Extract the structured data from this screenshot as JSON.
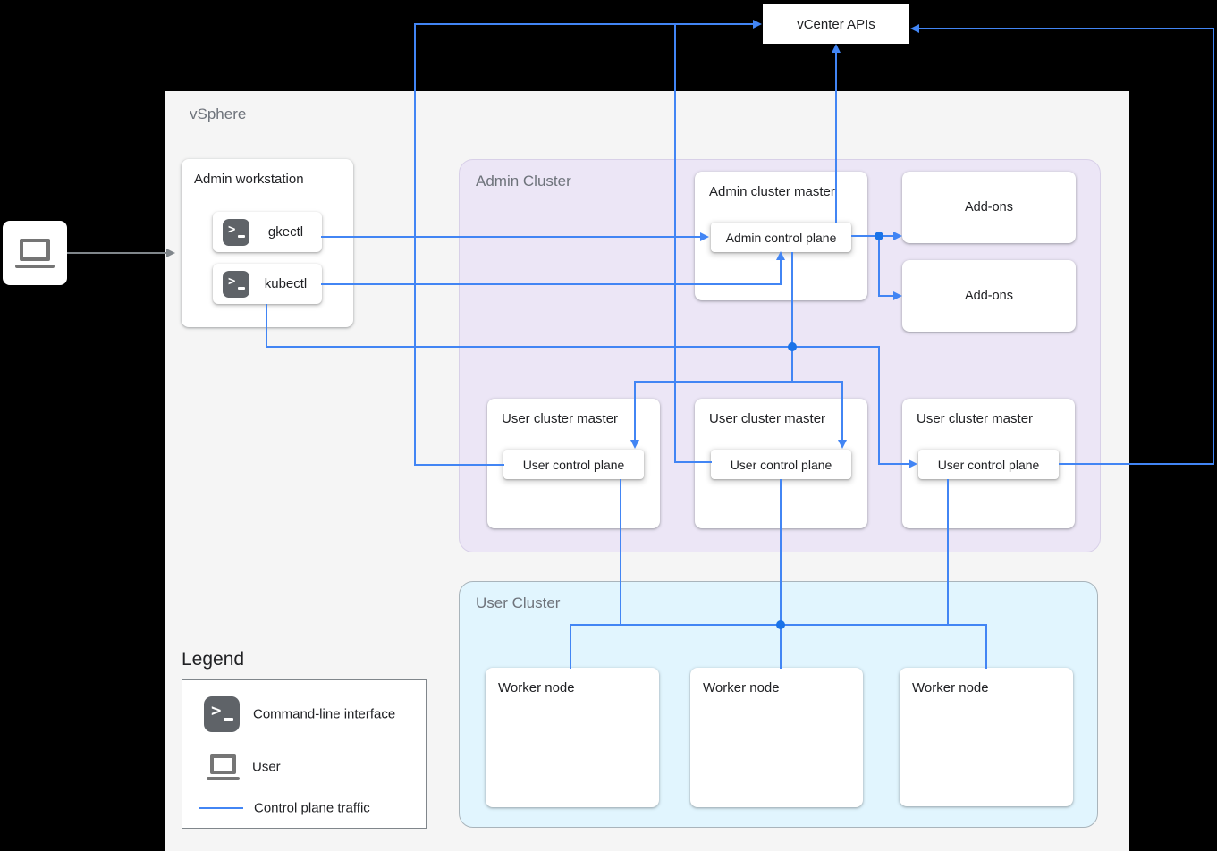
{
  "vcenter": {
    "label": "vCenter APIs"
  },
  "vsphere": {
    "label": "vSphere"
  },
  "admin_workstation": {
    "title": "Admin workstation",
    "tools": [
      {
        "label": "gkectl"
      },
      {
        "label": "kubectl"
      }
    ]
  },
  "admin_cluster": {
    "label": "Admin Cluster",
    "master": {
      "title": "Admin cluster master",
      "control_plane": "Admin control plane"
    },
    "addons": [
      {
        "label": "Add-ons"
      },
      {
        "label": "Add-ons"
      }
    ],
    "user_cluster_masters": [
      {
        "title": "User cluster master",
        "control_plane": "User control plane"
      },
      {
        "title": "User cluster master",
        "control_plane": "User control plane"
      },
      {
        "title": "User cluster master",
        "control_plane": "User control plane"
      }
    ]
  },
  "user_cluster": {
    "label": "User Cluster",
    "worker_nodes": [
      {
        "label": "Worker node"
      },
      {
        "label": "Worker node"
      },
      {
        "label": "Worker node"
      }
    ]
  },
  "legend": {
    "title": "Legend",
    "items": [
      {
        "icon": "terminal-icon",
        "label": "Command-line interface"
      },
      {
        "icon": "laptop-icon",
        "label": "User"
      },
      {
        "icon": "line-sample",
        "label": "Control plane traffic"
      }
    ]
  },
  "colors": {
    "control_plane_traffic": "#4285F4",
    "junction_dot": "#1A73E8",
    "user_arrow_gray": "#80868B",
    "vsphere_bg": "#F5F5F5",
    "admin_cluster_bg": "#ECE6F6",
    "user_cluster_bg": "#E1F5FE",
    "terminal_icon_bg": "#5F6368",
    "canvas_bg": "#000000"
  }
}
